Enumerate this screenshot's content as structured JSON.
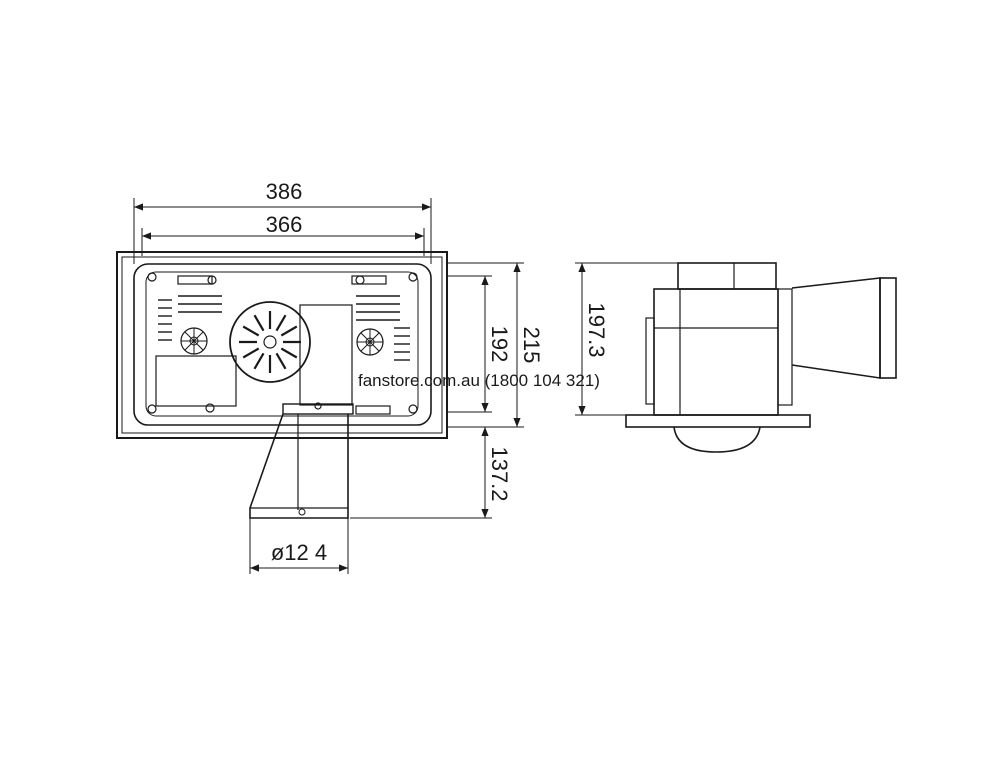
{
  "dimensions": {
    "outer_width": "386",
    "inner_width": "366",
    "inner_height": "192",
    "outer_height": "215",
    "spigot_length": "137.2",
    "spigot_diameter": "ø12 4",
    "side_height": "197.3"
  },
  "watermark": "fanstore.com.au (1800 104 321)"
}
